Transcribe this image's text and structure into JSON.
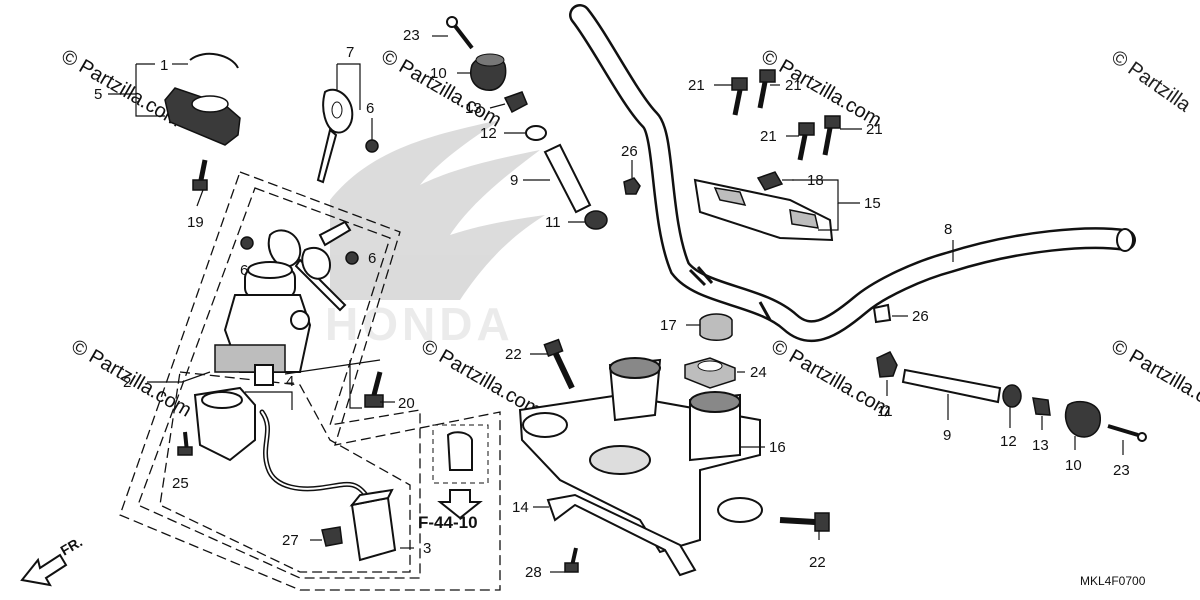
{
  "watermark": {
    "corner_text": "© Partzilla",
    "repeat_text": "© Partzilla.com"
  },
  "labels": {
    "p1": "1",
    "p2": "2",
    "p3": "3",
    "p4": "4",
    "p5": "5",
    "p6a": "6",
    "p6b": "6",
    "p6c": "6",
    "p7": "7",
    "p8": "8",
    "p9a": "9",
    "p9b": "9",
    "p10a": "10",
    "p10b": "10",
    "p11a": "11",
    "p11b": "11",
    "p12a": "12",
    "p12b": "12",
    "p13a": "13",
    "p13b": "13",
    "p14": "14",
    "p15": "15",
    "p16": "16",
    "p17": "17",
    "p18": "18",
    "p19": "19",
    "p20": "20",
    "p21a": "21",
    "p21b": "21",
    "p21c": "21",
    "p21d": "21",
    "p22a": "22",
    "p22b": "22",
    "p23a": "23",
    "p23b": "23",
    "p24": "24",
    "p25": "25",
    "p26a": "26",
    "p26b": "26",
    "p27": "27",
    "p28": "28"
  },
  "reference": "F-44-10",
  "front_label": "FR.",
  "diagram_code": "MKL4F0700",
  "brand_watermark": "HONDA"
}
